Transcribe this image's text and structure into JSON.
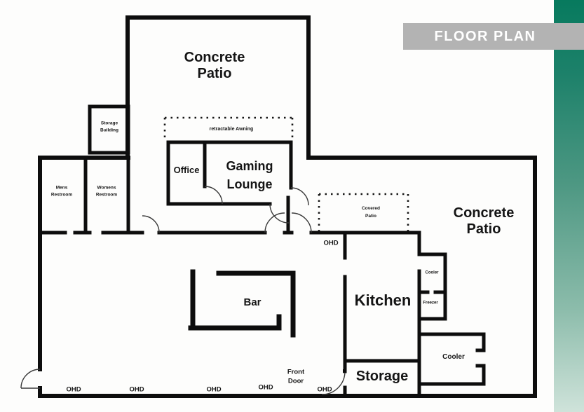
{
  "banner": {
    "title": "FLOOR PLAN"
  },
  "colors": {
    "accent_green_top": "#077a5e",
    "accent_green_bottom": "#cfe3da",
    "banner_gray": "#b3b3b3",
    "wall_black": "#0d0d0d"
  },
  "rooms": {
    "concrete_patio_top": "Concrete Patio",
    "storage_building": "Storage Building",
    "retractable_awning": "retractable Awning",
    "office": "Office",
    "gaming_lounge": "Gaming Lounge",
    "mens_restroom": "Mens Restroom",
    "womens_restroom": "Womens Restroom",
    "covered_patio": "Covered Patio",
    "concrete_patio_right": "Concrete Patio",
    "kitchen": "Kitchen",
    "bar": "Bar",
    "storage": "Storage",
    "cooler_upper": "Cooler",
    "freezer": "Freezer",
    "cooler_lower": "Cooler"
  },
  "labels": {
    "ohd": "OHD",
    "front_door": "Front Door"
  }
}
